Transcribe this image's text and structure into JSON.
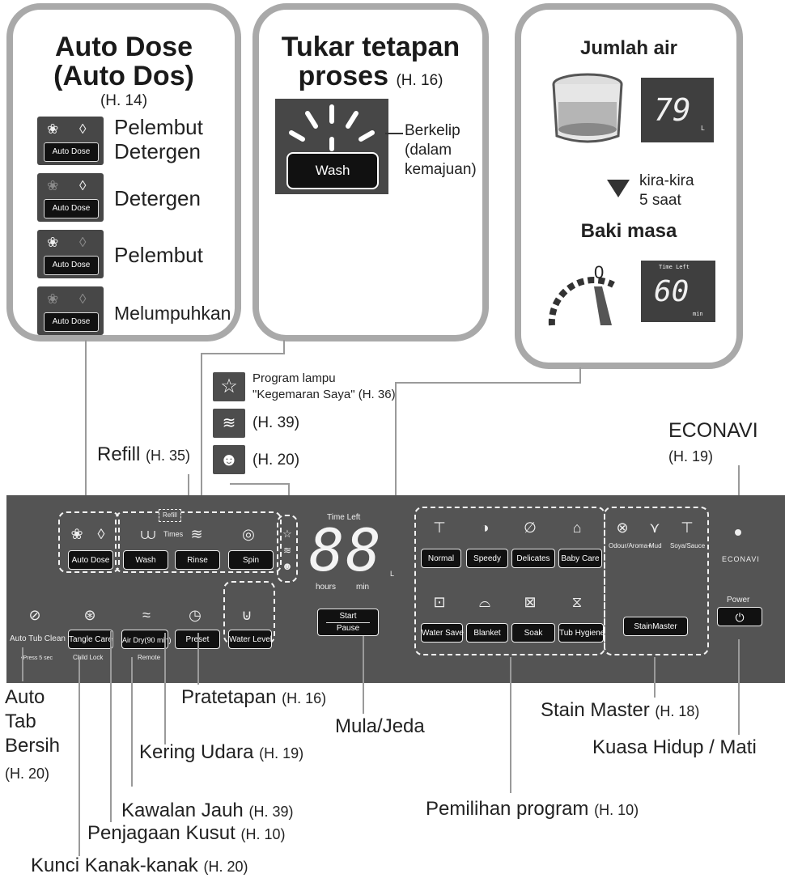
{
  "callout_auto_dose": {
    "title_line1": "Auto Dose",
    "title_line2": "(Auto Dos)",
    "ref": "(H. 14)",
    "button_label": "Auto Dose",
    "rows": [
      {
        "label": "Pelembut\nDetergen"
      },
      {
        "label": "Detergen"
      },
      {
        "label": "Pelembut"
      },
      {
        "label": "Melumpuhkan"
      }
    ]
  },
  "callout_process": {
    "title_line1": "Tukar tetapan",
    "title_line2": "proses",
    "ref": "(H. 16)",
    "button_label": "Wash",
    "flash_label": "Berkelip\n(dalam\nkemajuan)"
  },
  "callout_water": {
    "water_title": "Jumlah air",
    "water_value": "79",
    "water_unit": "L",
    "wait_text": "kira-kira\n5 saat",
    "time_title": "Baki masa",
    "time_caption": "Time Left",
    "time_value": "60",
    "time_unit": "min",
    "dial_value": "0"
  },
  "side_icons": {
    "favorite_text_line1": "Program lampu",
    "favorite_text_line2": "\"Kegemaran Saya\" (H. 36)",
    "wifi_ref": "(H. 39)",
    "child_ref": "(H. 20)"
  },
  "top_labels": {
    "refill": "Refill",
    "refill_ref": "(H. 35)",
    "econavi": "ECONAVI",
    "econavi_ref": "(H. 19)"
  },
  "panel": {
    "refill_tag": "Refill",
    "times_label": "Times",
    "buttons_top": [
      "Auto Dose",
      "Wash",
      "Rinse",
      "Spin"
    ],
    "time_left": "Time Left",
    "display": "88",
    "display_unit": "L",
    "hours": "hours",
    "min": "min",
    "auto_tub_clean": "Auto Tub Clean",
    "press5": "•Press 5 sec",
    "child_lock": "Child Lock",
    "remote": "Remote",
    "buttons_bottom": [
      "Tangle Care",
      "Air Dry(90 min)",
      "Preset",
      "Water Level"
    ],
    "start": "Start",
    "pause": "Pause",
    "programs_row1": [
      "Normal",
      "Speedy",
      "Delicates",
      "Baby Care"
    ],
    "programs_row2": [
      "Water Save",
      "Blanket",
      "Soak",
      "Tub Hygiene"
    ],
    "stain_options": [
      "Odour/Aroma+",
      "Mud",
      "Soya/Sauce"
    ],
    "stainmaster": "StainMaster",
    "econavi": "ECONAVI",
    "power": "Power"
  },
  "bottom_labels": {
    "auto_tab_line1": "Auto",
    "auto_tab_line2": "Tab",
    "auto_tab_line3": "Bersih",
    "auto_tab_ref": "(H. 20)",
    "pratetapan": "Pratetapan",
    "pratetapan_ref": "(H. 16)",
    "mula": "Mula/Jeda",
    "stain_master": "Stain Master",
    "stain_master_ref": "(H. 18)",
    "kering": "Kering Udara",
    "kering_ref": "(H. 19)",
    "kuasa": "Kuasa Hidup / Mati",
    "kawalan": "Kawalan Jauh",
    "kawalan_ref": "(H. 39)",
    "pemilihan": "Pemilihan program",
    "pemilihan_ref": "(H. 10)",
    "penjagaan": "Penjagaan Kusut",
    "penjagaan_ref": "(H. 10)",
    "kunci": "Kunci Kanak-kanak",
    "kunci_ref": "(H. 20)"
  }
}
